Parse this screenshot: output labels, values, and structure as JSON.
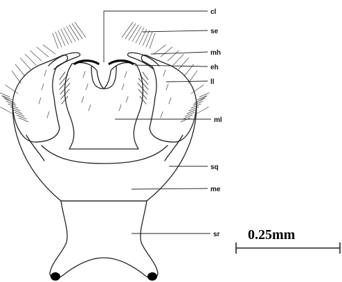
{
  "labels": {
    "cl": "cl",
    "se": "se",
    "mh": "mh",
    "eh": "eh",
    "ll": "ll",
    "ml": "ml",
    "sq": "sq",
    "me": "me",
    "sr": "sr"
  },
  "scale_bar": {
    "label": "0.25mm"
  },
  "colors": {
    "ink": "#222222",
    "background": "#ffffff"
  }
}
